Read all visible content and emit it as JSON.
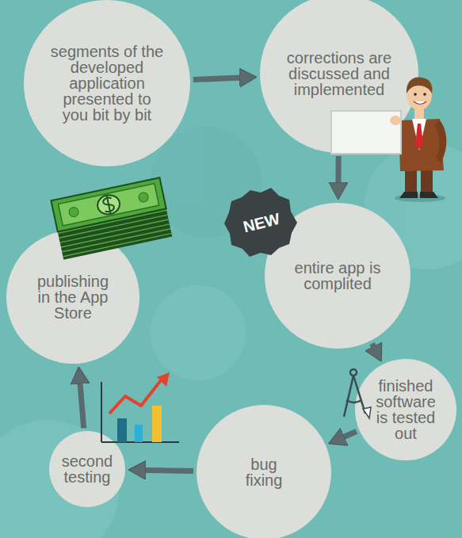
{
  "diagram": {
    "nodes": [
      {
        "text": [
          "segments of the developed application presented to you bit by bit"
        ]
      },
      {
        "text": [
          "corrections are discussed and implemented"
        ]
      },
      {
        "text": [
          "entire app is complited"
        ]
      },
      {
        "text": [
          "finished software is tested out"
        ]
      },
      {
        "text": [
          "bug fixing"
        ]
      },
      {
        "text": [
          "second testing"
        ]
      },
      {
        "text": [
          "publishing in the App Store"
        ]
      }
    ],
    "edges": [
      {
        "from": 0,
        "to": 1,
        "arrow": "to"
      },
      {
        "from": 1,
        "to": 2,
        "arrow": "to"
      },
      {
        "from": 2,
        "to": 3,
        "arrow": "to"
      },
      {
        "from": 3,
        "to": 4,
        "arrow": "to"
      },
      {
        "from": 4,
        "to": 5,
        "arrow": "to"
      },
      {
        "from": 5,
        "to": 6,
        "arrow": "to"
      }
    ],
    "labels": [
      "NEW"
    ]
  }
}
